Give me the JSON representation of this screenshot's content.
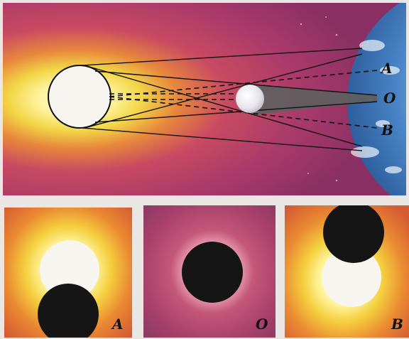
{
  "main_diagram": {
    "labels": {
      "A": "A",
      "O": "O",
      "B": "B"
    }
  },
  "bottom_panels": [
    {
      "label": "A"
    },
    {
      "label": "O"
    },
    {
      "label": "B"
    }
  ],
  "colors": {
    "sun_core": "#f7f5ef",
    "corona_yellow": "#f2d646",
    "corona_orange": "#e1763a",
    "background_magenta": "#b5416a",
    "earth_blue": "#4a86c8",
    "moon_dark": "#151515",
    "shadow_cone": "#5f5f60"
  }
}
